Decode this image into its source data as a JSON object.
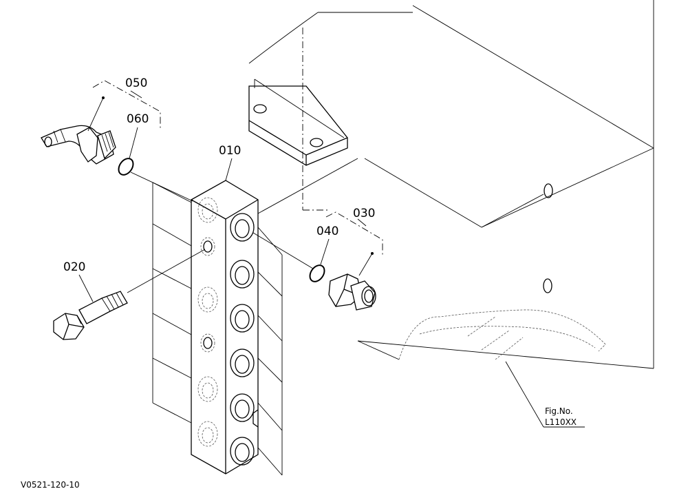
{
  "callouts": {
    "c010": "010",
    "c020": "020",
    "c030": "030",
    "c040": "040",
    "c050": "050",
    "c060": "060"
  },
  "figure_ref": {
    "line1": "Fig.No.",
    "line2": "L110XX"
  },
  "drawing_code": "V0521-120-10"
}
